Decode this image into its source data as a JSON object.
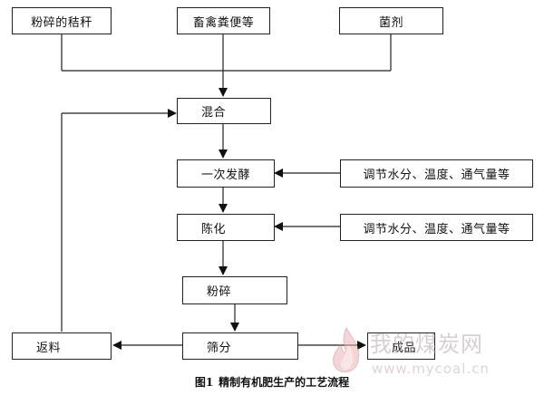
{
  "diagram": {
    "nodes": {
      "straw": "粉碎的秸秆",
      "manure": "畜禽粪便等",
      "fungi": "菌剂",
      "mix": "混合",
      "ferment": "一次发酵",
      "adjust1": "调节水分、温度、通气量等",
      "aging": "陈化",
      "adjust2": "调节水分、温度、通气量等",
      "crush": "粉碎",
      "sieve": "筛分",
      "return": "返料",
      "product": "成品"
    },
    "caption_num": "图1",
    "caption_text": "精制有机肥生产的工艺流程"
  },
  "watermark": {
    "text": "我的煤炭网",
    "url": "www.mycoal.cn"
  }
}
